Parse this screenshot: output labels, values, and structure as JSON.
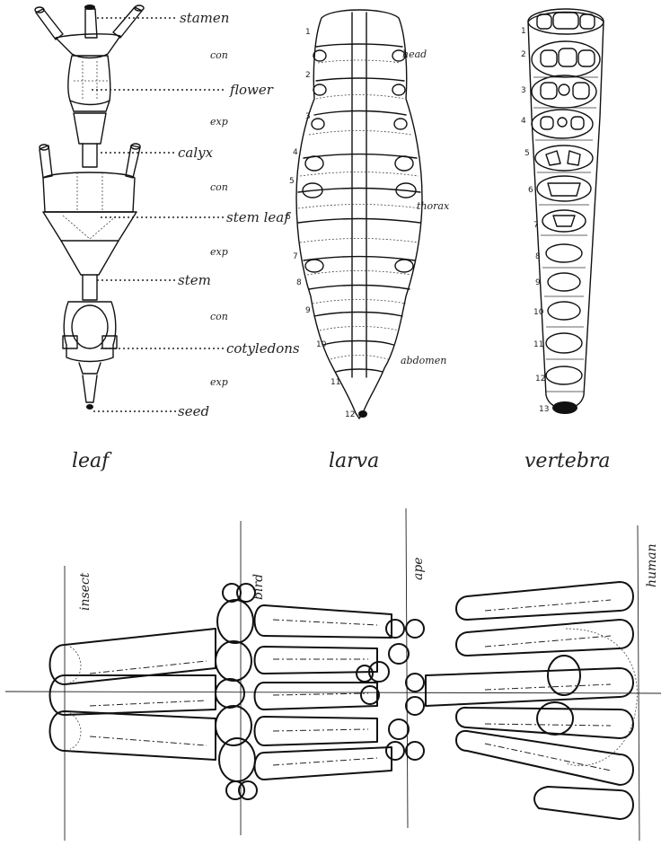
{
  "leaf": {
    "caption": "leaf",
    "labels": {
      "stamen": "stamen",
      "flower": "flower",
      "calyx": "calyx",
      "stem_leaf": "stem leaf",
      "stem": "stem",
      "cotyledons": "cotyledons",
      "seed": "seed"
    },
    "phases": [
      "con",
      "exp",
      "con",
      "exp",
      "con",
      "exp"
    ]
  },
  "larva": {
    "caption": "larva",
    "labels": {
      "head": "head",
      "thorax": "thorax",
      "abdomen": "abdomen"
    },
    "segment_numbers": [
      "1",
      "2",
      "3",
      "4",
      "5",
      "6",
      "7",
      "8",
      "9",
      "10",
      "11",
      "12"
    ]
  },
  "vertebra": {
    "caption": "vertebra",
    "segment_numbers": [
      "1",
      "2",
      "3",
      "4",
      "5",
      "6",
      "7",
      "8",
      "9",
      "10",
      "11",
      "12",
      "13"
    ]
  },
  "limbs": {
    "labels": {
      "insect": "insect",
      "bird": "bird",
      "ape": "ape",
      "human": "human"
    }
  }
}
